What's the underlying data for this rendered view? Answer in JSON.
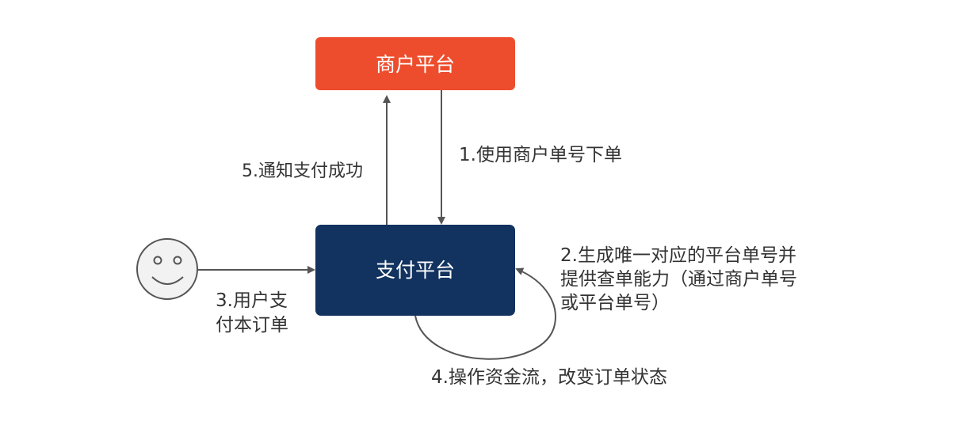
{
  "nodes": {
    "merchant": {
      "label": "商户平台",
      "color": "#ee4d2d"
    },
    "payment": {
      "label": "支付平台",
      "color": "#12325f"
    },
    "user": {
      "icon": "smiley-face-icon"
    }
  },
  "edges": {
    "place_order": {
      "label": "1.使用商户单号下单"
    },
    "generate_number": {
      "lines": [
        "2.生成唯一对应的平台单号并",
        "提供查单能力（通过商户单号",
        "或平台单号）"
      ]
    },
    "user_pay": {
      "lines": [
        "3.用户支",
        "付本订单"
      ]
    },
    "operate_funds": {
      "label": "4.操作资金流，改变订单状态"
    },
    "notify_success": {
      "label": "5.通知支付成功"
    }
  },
  "colors": {
    "arrow": "#555555",
    "text": "#333333",
    "face_fill": "#f2f2f2"
  }
}
